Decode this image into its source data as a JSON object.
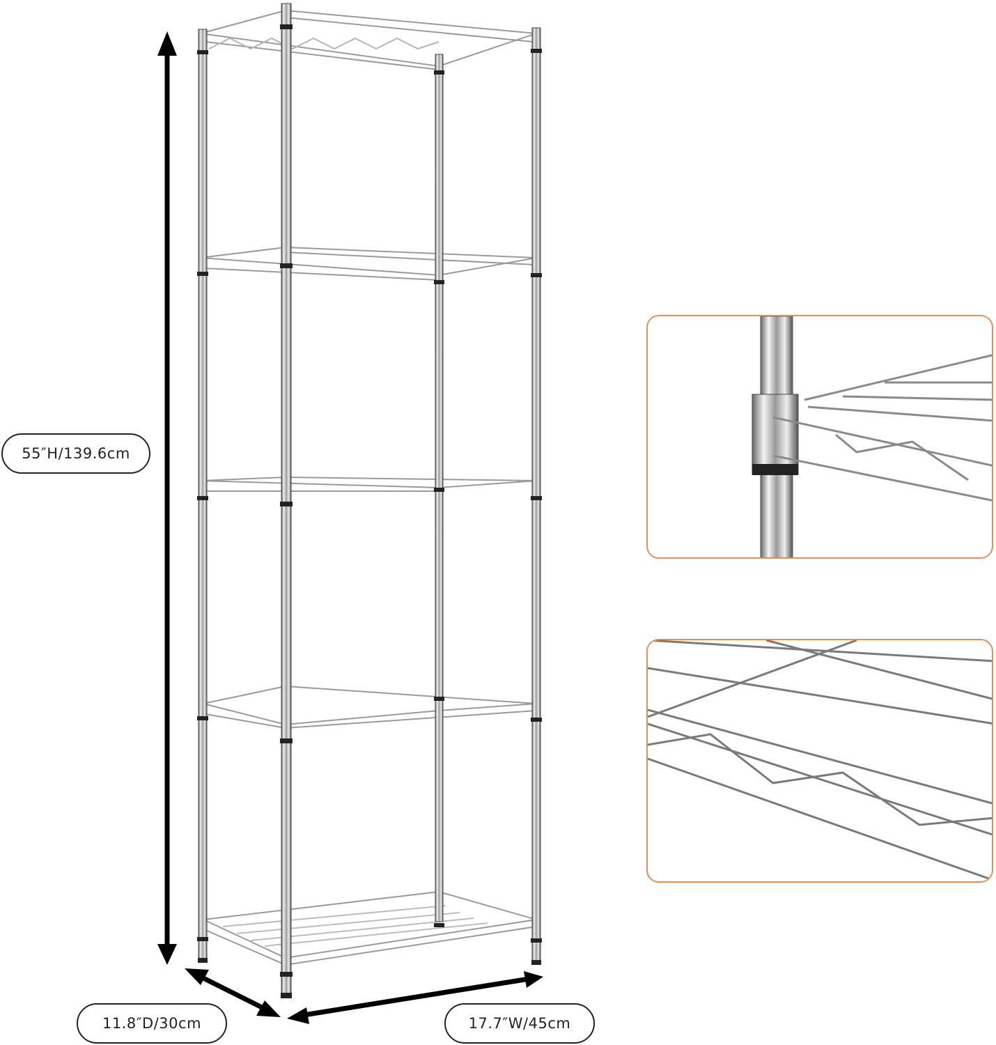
{
  "diagram": {
    "subject": "5-tier wire shelving unit",
    "shelf_count": 5,
    "dimensions": {
      "height_label": "55″H/139.6cm",
      "depth_label": "11.8″D/30cm",
      "width_label": "17.7″W/45cm"
    },
    "detail_panels": [
      {
        "name": "pole-sleeve-connection-detail"
      },
      {
        "name": "wire-shelf-grid-detail"
      }
    ],
    "colors": {
      "panel_border": "#e0915a",
      "arrow": "#000000",
      "chrome": "#c8c8c8"
    }
  }
}
